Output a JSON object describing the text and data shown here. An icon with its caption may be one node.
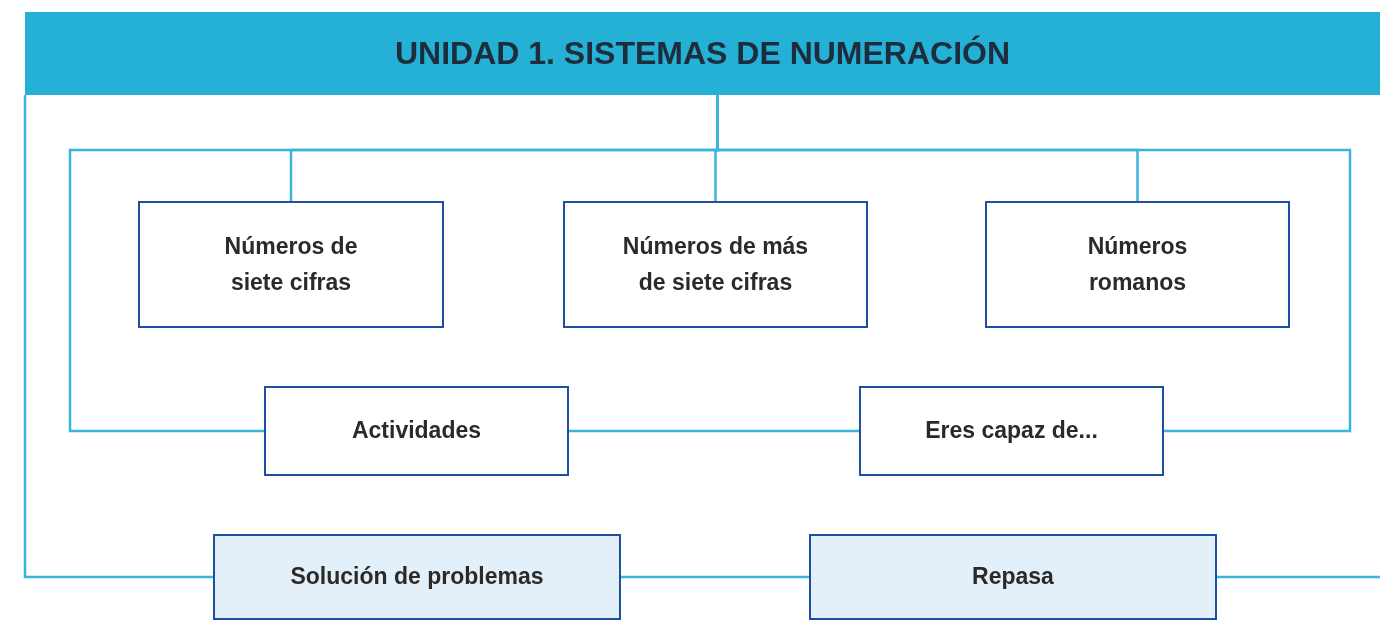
{
  "diagram": {
    "nodes": [
      {
        "text": [
          "UNIDAD 1. SISTEMAS DE NUMERACIÓN"
        ]
      },
      {
        "text": [
          "Números de siete cifras"
        ]
      },
      {
        "text": [
          "Números de más de siete cifras"
        ]
      },
      {
        "text": [
          "Números romanos"
        ]
      },
      {
        "text": [
          "Actividades"
        ]
      },
      {
        "text": [
          "Eres capaz de..."
        ]
      },
      {
        "text": [
          "Solución de problemas"
        ]
      },
      {
        "text": [
          "Repasa"
        ]
      }
    ],
    "edges": [
      {
        "from": 0,
        "to": 1,
        "arrow": "none"
      },
      {
        "from": 0,
        "to": 2,
        "arrow": "none"
      },
      {
        "from": 0,
        "to": 3,
        "arrow": "none"
      },
      {
        "from": 0,
        "to": 4,
        "arrow": "none"
      },
      {
        "from": 0,
        "to": 5,
        "arrow": "none"
      },
      {
        "from": 4,
        "to": 5,
        "arrow": "none"
      },
      {
        "from": 0,
        "to": 6,
        "arrow": "none"
      },
      {
        "from": 6,
        "to": 7,
        "arrow": "none"
      },
      {
        "from": 7,
        "to": null,
        "arrow": "none"
      }
    ]
  }
}
